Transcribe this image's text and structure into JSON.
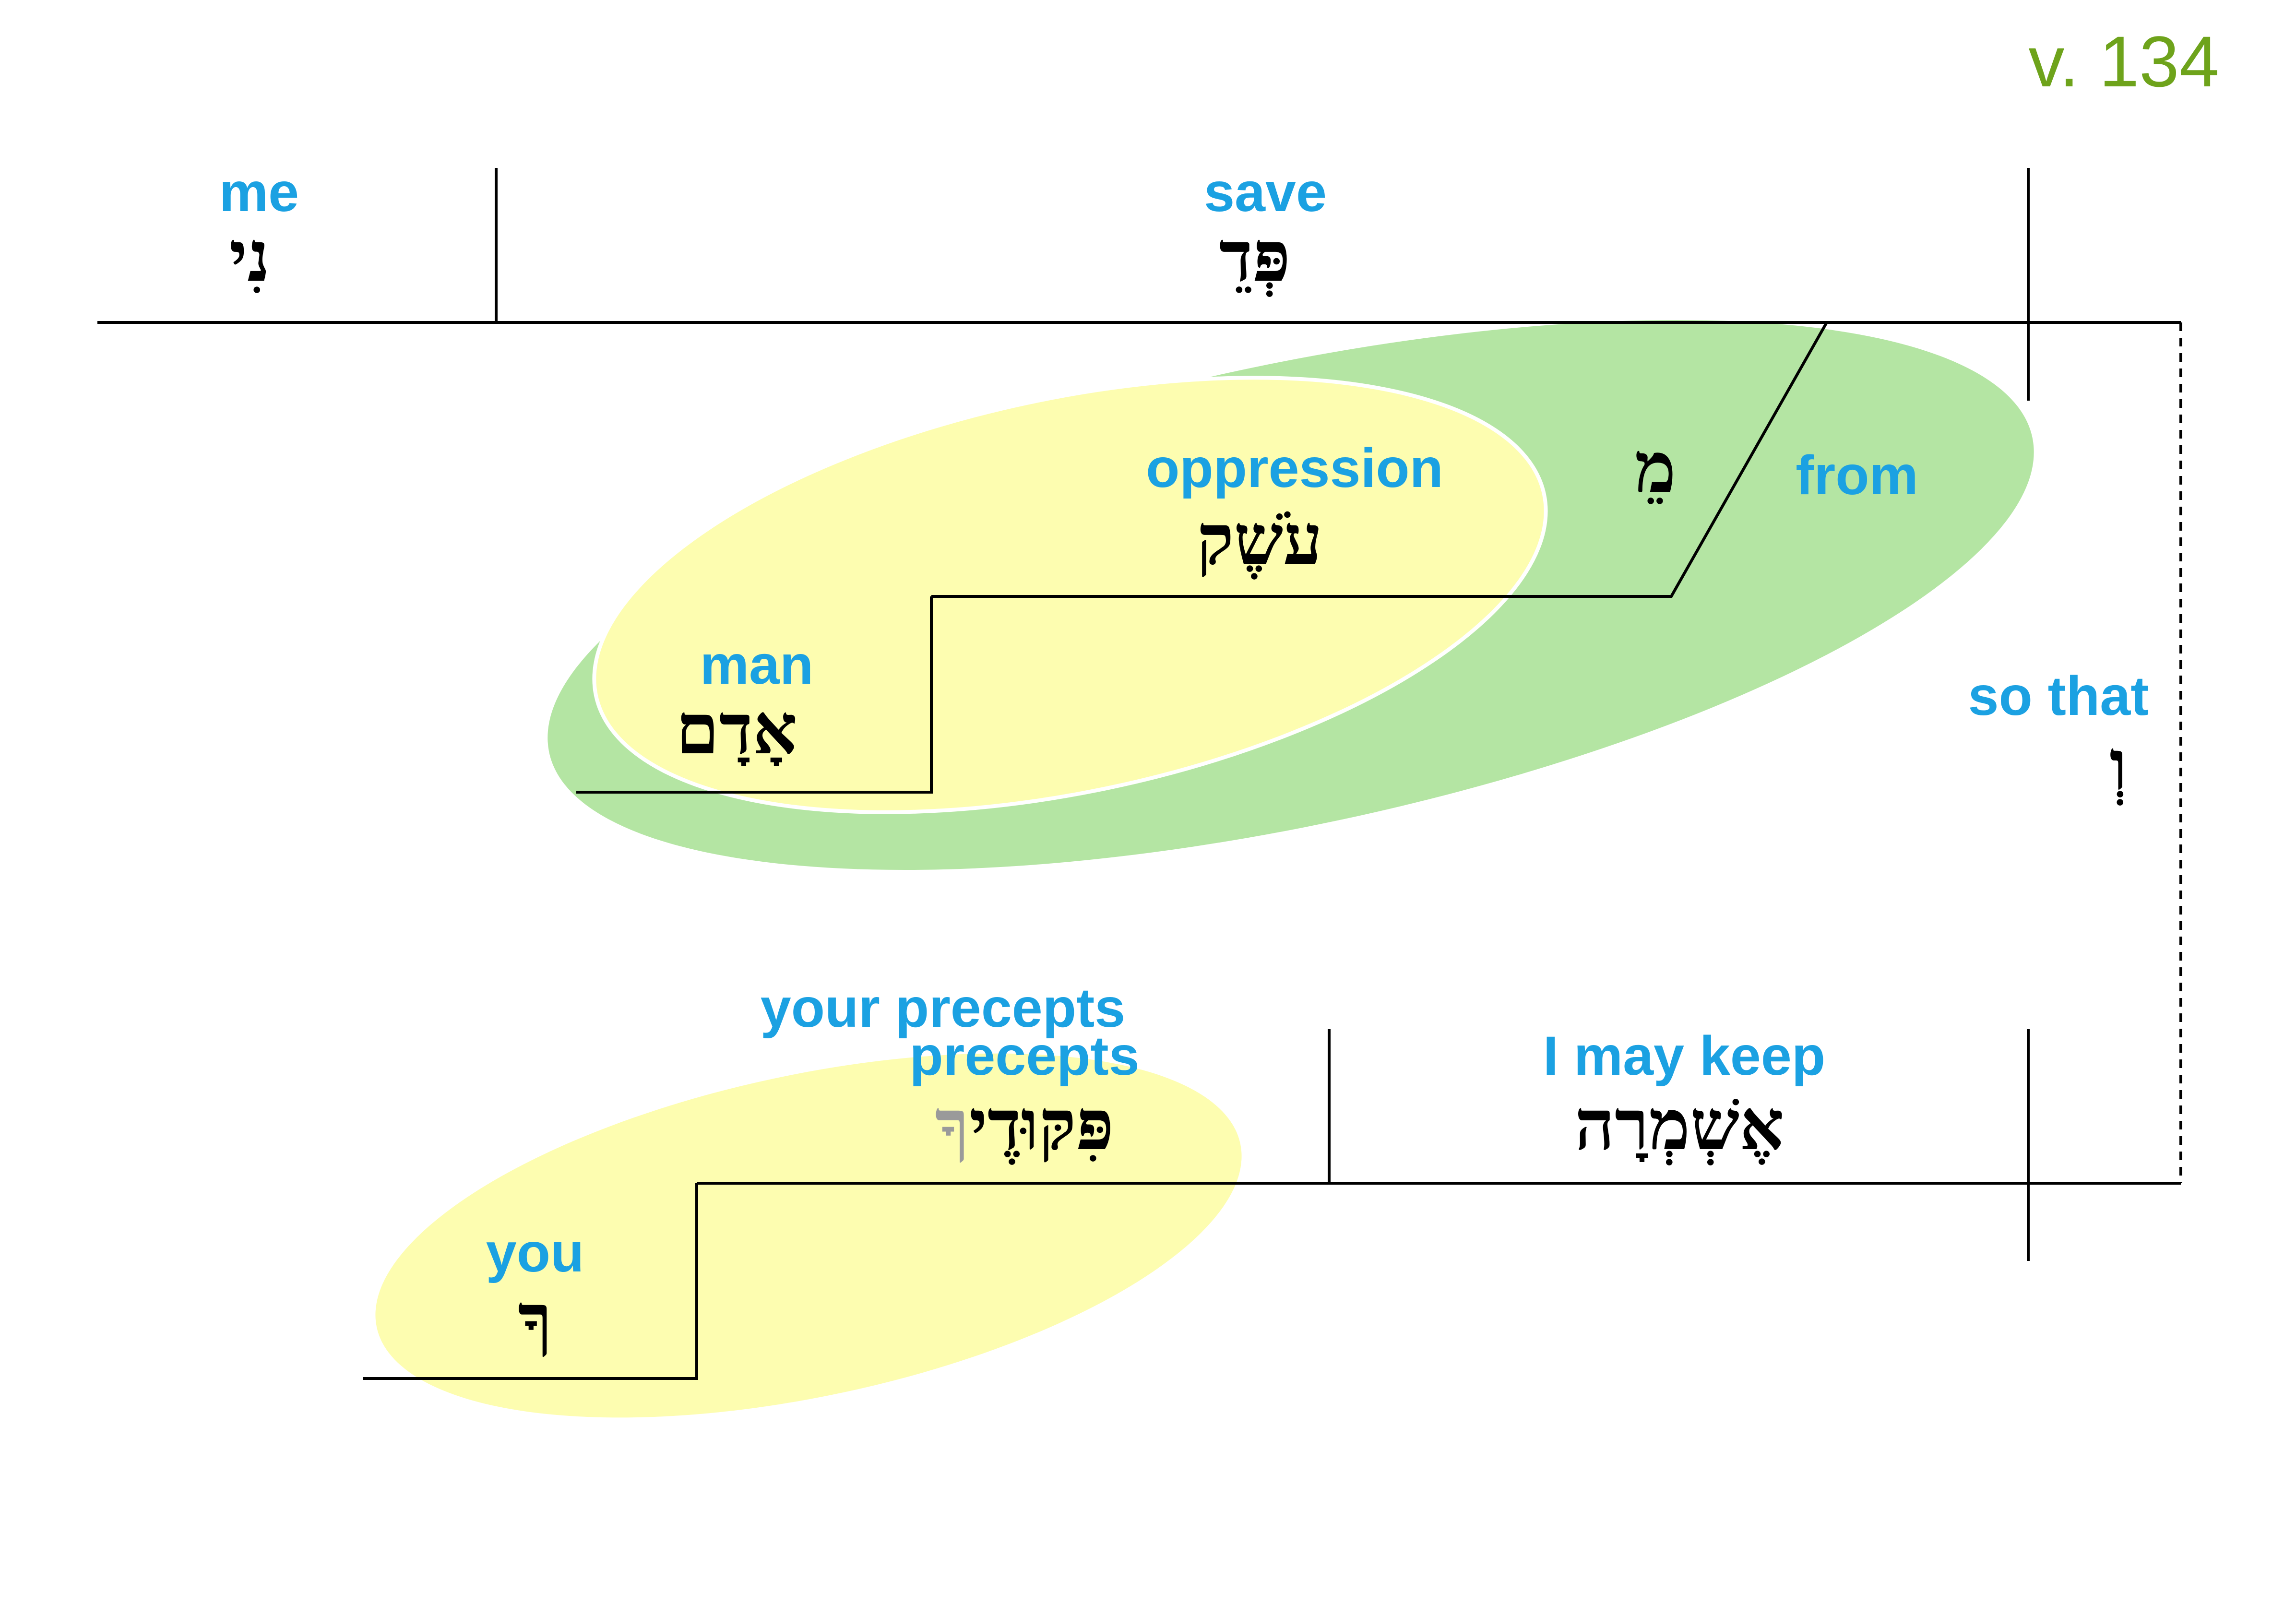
{
  "verse_label": "v. 134",
  "colors": {
    "gloss": "#1ba1e2",
    "verse": "#6ea31b",
    "green_group": "#b4e5a3",
    "yellow_group": "#fdfdb0",
    "suffix_gray": "#9a9a9a"
  },
  "main_clause": {
    "object": {
      "gloss": "me",
      "hebrew": "נִי"
    },
    "verb": {
      "gloss": "save",
      "hebrew": "פְּדֵ"
    },
    "preposition": {
      "gloss": "from",
      "hebrew": "מֵ"
    },
    "prep_object": {
      "gloss": "oppression",
      "hebrew": "עֹשֶׁק"
    },
    "modifier": {
      "gloss": "man",
      "hebrew": "אָדָם"
    }
  },
  "conjunction": {
    "gloss": "so that",
    "hebrew": "וְ"
  },
  "purpose_clause": {
    "verb": {
      "gloss": "I may keep",
      "hebrew": "אֶשְׁמְרָה"
    },
    "object": {
      "gloss_line1": "your precepts",
      "gloss_line2": "precepts",
      "hebrew_stem": "פִּקּוּדֶי",
      "hebrew_suffix": "ךָ"
    },
    "possessor": {
      "gloss": "you",
      "hebrew": "ךָ"
    }
  }
}
